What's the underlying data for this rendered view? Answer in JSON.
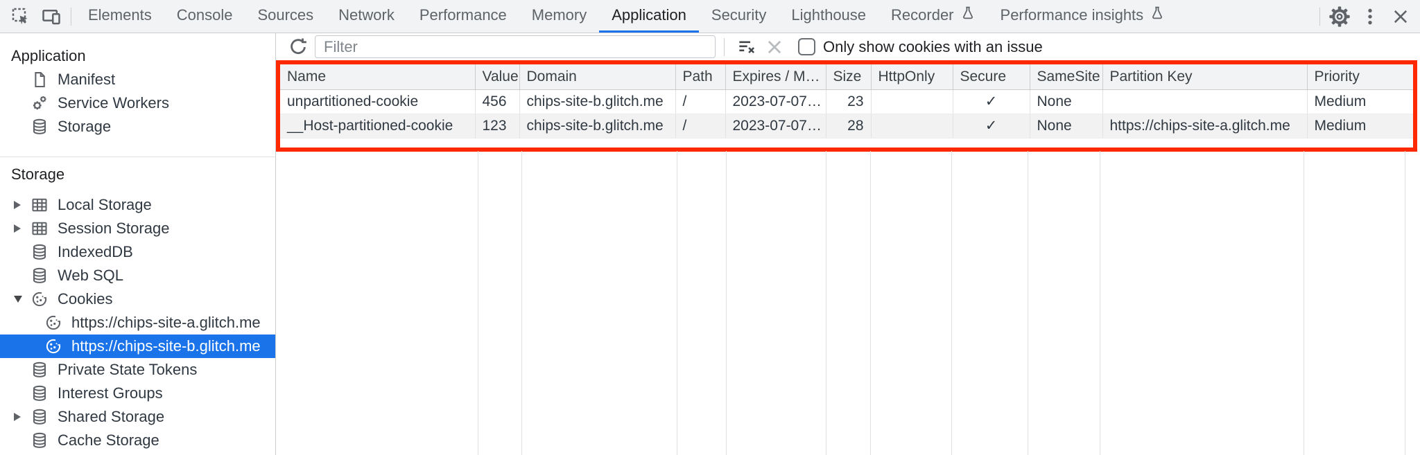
{
  "tabbar": {
    "tabs": [
      {
        "label": "Elements"
      },
      {
        "label": "Console"
      },
      {
        "label": "Sources"
      },
      {
        "label": "Network"
      },
      {
        "label": "Performance"
      },
      {
        "label": "Memory"
      },
      {
        "label": "Application",
        "active": true
      },
      {
        "label": "Security"
      },
      {
        "label": "Lighthouse"
      },
      {
        "label": "Recorder",
        "icon": "flask-icon"
      },
      {
        "label": "Performance insights",
        "icon": "flask-icon"
      }
    ]
  },
  "sidebar": {
    "sections": [
      {
        "title": "Application",
        "items": [
          {
            "label": "Manifest",
            "icon": "document-icon"
          },
          {
            "label": "Service Workers",
            "icon": "service-workers-icon"
          },
          {
            "label": "Storage",
            "icon": "database-icon"
          }
        ]
      },
      {
        "title": "Storage",
        "items": [
          {
            "label": "Local Storage",
            "icon": "datagrid-icon",
            "state": "collapsed"
          },
          {
            "label": "Session Storage",
            "icon": "datagrid-icon",
            "state": "collapsed"
          },
          {
            "label": "IndexedDB",
            "icon": "database-icon"
          },
          {
            "label": "Web SQL",
            "icon": "database-icon"
          },
          {
            "label": "Cookies",
            "icon": "cookie-icon",
            "state": "expanded",
            "children": [
              {
                "label": "https://chips-site-a.glitch.me",
                "icon": "cookie-icon"
              },
              {
                "label": "https://chips-site-b.glitch.me",
                "icon": "cookie-icon",
                "selected": true
              }
            ]
          },
          {
            "label": "Private State Tokens",
            "icon": "database-icon"
          },
          {
            "label": "Interest Groups",
            "icon": "database-icon"
          },
          {
            "label": "Shared Storage",
            "icon": "database-icon",
            "state": "collapsed"
          },
          {
            "label": "Cache Storage",
            "icon": "database-icon"
          }
        ]
      }
    ]
  },
  "cookies_panel": {
    "filter_placeholder": "Filter",
    "only_issue_label": "Only show cookies with an issue",
    "table": {
      "columns": [
        "Name",
        "Value",
        "Domain",
        "Path",
        "Expires / M…",
        "Size",
        "HttpOnly",
        "Secure",
        "SameSite",
        "Partition Key",
        "Priority"
      ],
      "rows": [
        [
          "unpartitioned-cookie",
          "456",
          "chips-site-b.glitch.me",
          "/",
          "2023-07-07…",
          "23",
          "",
          "✓",
          "None",
          "",
          "Medium"
        ],
        [
          "__Host-partitioned-cookie",
          "123",
          "chips-site-b.glitch.me",
          "/",
          "2023-07-07…",
          "28",
          "",
          "✓",
          "None",
          "https://chips-site-a.glitch.me",
          "Medium"
        ]
      ]
    }
  },
  "colors": {
    "accent_blue": "#1a73e8",
    "selection_blue": "#1a73e8",
    "highlight_red": "#ff2901",
    "tabbar_bg": "#f1f3f4"
  }
}
